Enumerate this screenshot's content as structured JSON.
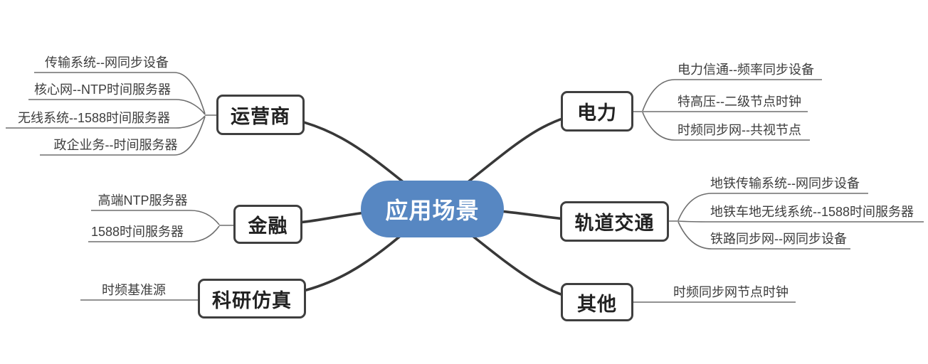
{
  "diagram": {
    "center": {
      "label": "应用场景",
      "color": "#5787C2",
      "text_color": "#FFFFFF"
    },
    "branches": [
      {
        "id": "operators",
        "label": "运营商",
        "side": "left",
        "leaves": [
          "传输系统--网同步设备",
          "核心网--NTP时间服务器",
          "无线系统--1588时间服务器",
          "政企业务--时间服务器"
        ]
      },
      {
        "id": "finance",
        "label": "金融",
        "side": "left",
        "leaves": [
          "高端NTP服务器",
          "1588时间服务器"
        ]
      },
      {
        "id": "research-simulation",
        "label": "科研仿真",
        "side": "left",
        "leaves": [
          "时频基准源"
        ]
      },
      {
        "id": "electric-power",
        "label": "电力",
        "side": "right",
        "leaves": [
          "电力信通--频率同步设备",
          "特高压--二级节点时钟",
          "时频同步网--共视节点"
        ]
      },
      {
        "id": "rail-transit",
        "label": "轨道交通",
        "side": "right",
        "leaves": [
          "地铁传输系统--网同步设备",
          "地铁车地无线系统--1588时间服务器",
          "铁路同步网--网同步设备"
        ]
      },
      {
        "id": "other",
        "label": "其他",
        "side": "right",
        "leaves": [
          "时频同步网节点时钟"
        ]
      }
    ],
    "colors": {
      "background": "#FFFFFF",
      "branch_border": "#3F3F3F",
      "leaf_line": "#6E6E6E",
      "center_curve": "#383838"
    }
  }
}
